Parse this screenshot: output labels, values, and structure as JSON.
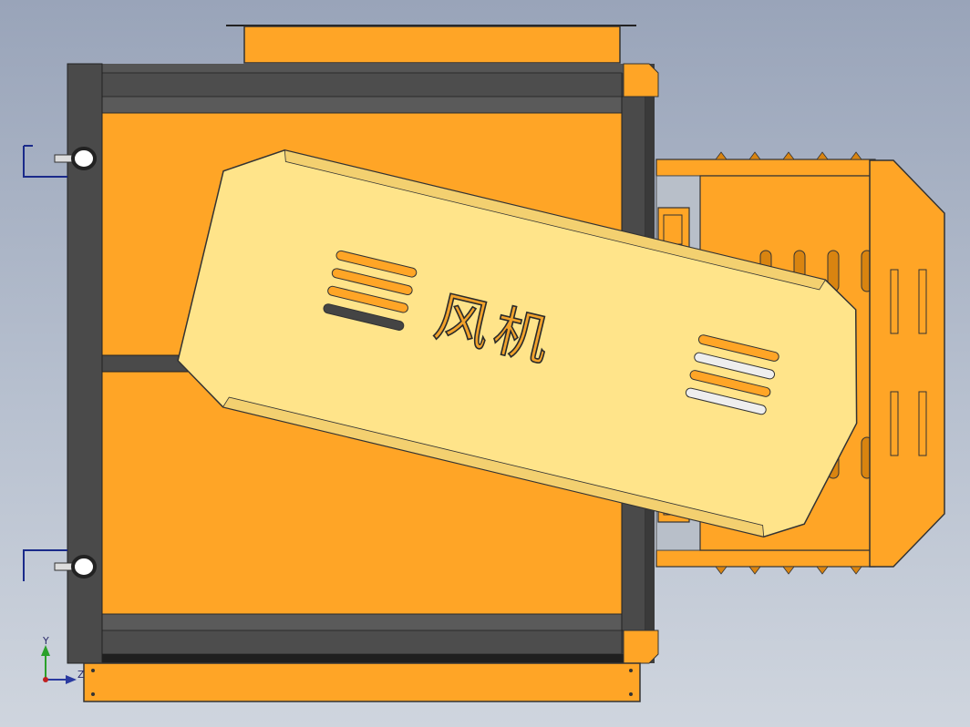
{
  "model": {
    "plate_text": "风机"
  },
  "triad": {
    "y_label": "Y",
    "z_label": "Z"
  },
  "colors": {
    "body_orange": "#ffa526",
    "frame_dark": "#4a4a4a",
    "plate_yellow": "#ffe48a",
    "background_top": "#99a4b9",
    "background_bottom": "#cfd5de",
    "edge_blue": "#1a2a8a"
  }
}
